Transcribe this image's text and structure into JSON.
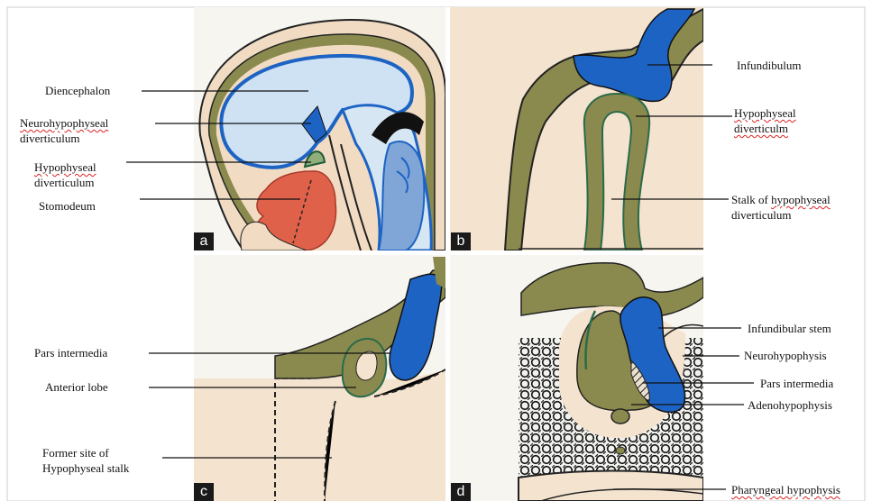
{
  "panels": {
    "a": {
      "letter": "a",
      "labels": {
        "diencephalon": "Diencephalon",
        "neuro_line1": "Neurohypophyseal",
        "neuro_line2": "diverticulum",
        "hypo_line1": "Hypophyseal",
        "hypo_line2": "diverticulum",
        "stomodeum": "Stomodeum"
      }
    },
    "b": {
      "letter": "b",
      "labels": {
        "infundibulum": "Infundibulum",
        "hypo_line1": "Hypophyseal",
        "hypo_line2": "diverticulm",
        "stalk_line1_a": "Stalk of ",
        "stalk_line1_b": "hypophyseal",
        "stalk_line2": "diverticulum"
      }
    },
    "c": {
      "letter": "c",
      "labels": {
        "pars_intermedia": "Pars intermedia",
        "anterior_lobe": "Anterior lobe",
        "former_line1": "Former site of",
        "former_line2": "Hypophyseal stalk"
      }
    },
    "d": {
      "letter": "d",
      "labels": {
        "infundibular_stem": "Infundibular stem",
        "neurohypophysis": "Neurohypophysis",
        "pars_intermedia": "Pars intermedia",
        "adenohypophysis": "Adenohypophysis",
        "pharyngeal": "Pharyngeal hypophysis"
      }
    }
  },
  "colors": {
    "neural_blue": "#1d63c4",
    "pale_blue": "#cfe2f3",
    "olive": "#8b8a4e",
    "skin": "#f3dcc2",
    "red": "#e0614a",
    "dark_green": "#1f5a3a"
  }
}
